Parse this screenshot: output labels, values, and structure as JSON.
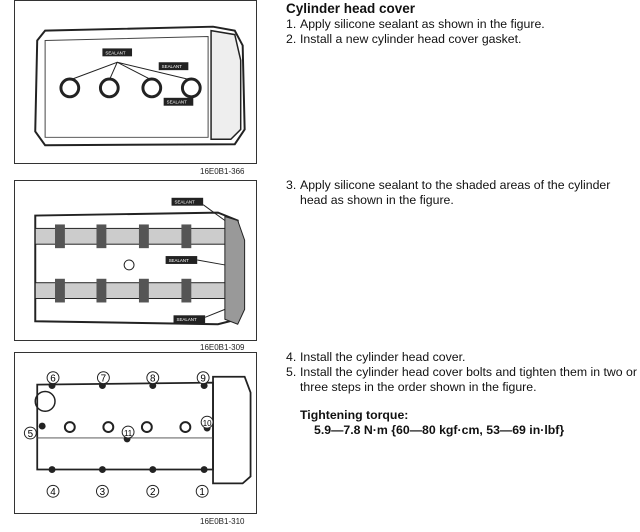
{
  "section_title": "Cylinder head cover",
  "steps": [
    {
      "num": "1.",
      "text": "Apply silicone sealant as shown in the figure."
    },
    {
      "num": "2.",
      "text": "Install a new cylinder head cover gasket."
    },
    {
      "num": "3.",
      "text": "Apply silicone sealant to the shaded areas of the cylinder head as shown in the figure."
    },
    {
      "num": "4.",
      "text": "Install the cylinder head cover."
    },
    {
      "num": "5.",
      "text": "Install the cylinder head cover bolts and tighten them in two or three steps in the order shown in the figure."
    }
  ],
  "torque": {
    "label": "Tightening torque:",
    "value": "5.9—7.8 N·m {60—80 kgf·cm, 53—69 in·lbf}"
  },
  "figures": [
    {
      "id": "16E0B1-366",
      "labels": [
        "SEALANT",
        "SEALANT",
        "SEALANT"
      ]
    },
    {
      "id": "16E0B1-309",
      "labels": [
        "SEALANT",
        "SEALANT",
        "SEALANT"
      ]
    },
    {
      "id": "16E0B1-310",
      "bolt_order": [
        "1",
        "2",
        "3",
        "4",
        "5",
        "6",
        "7",
        "8",
        "9",
        "10",
        "11"
      ]
    }
  ]
}
